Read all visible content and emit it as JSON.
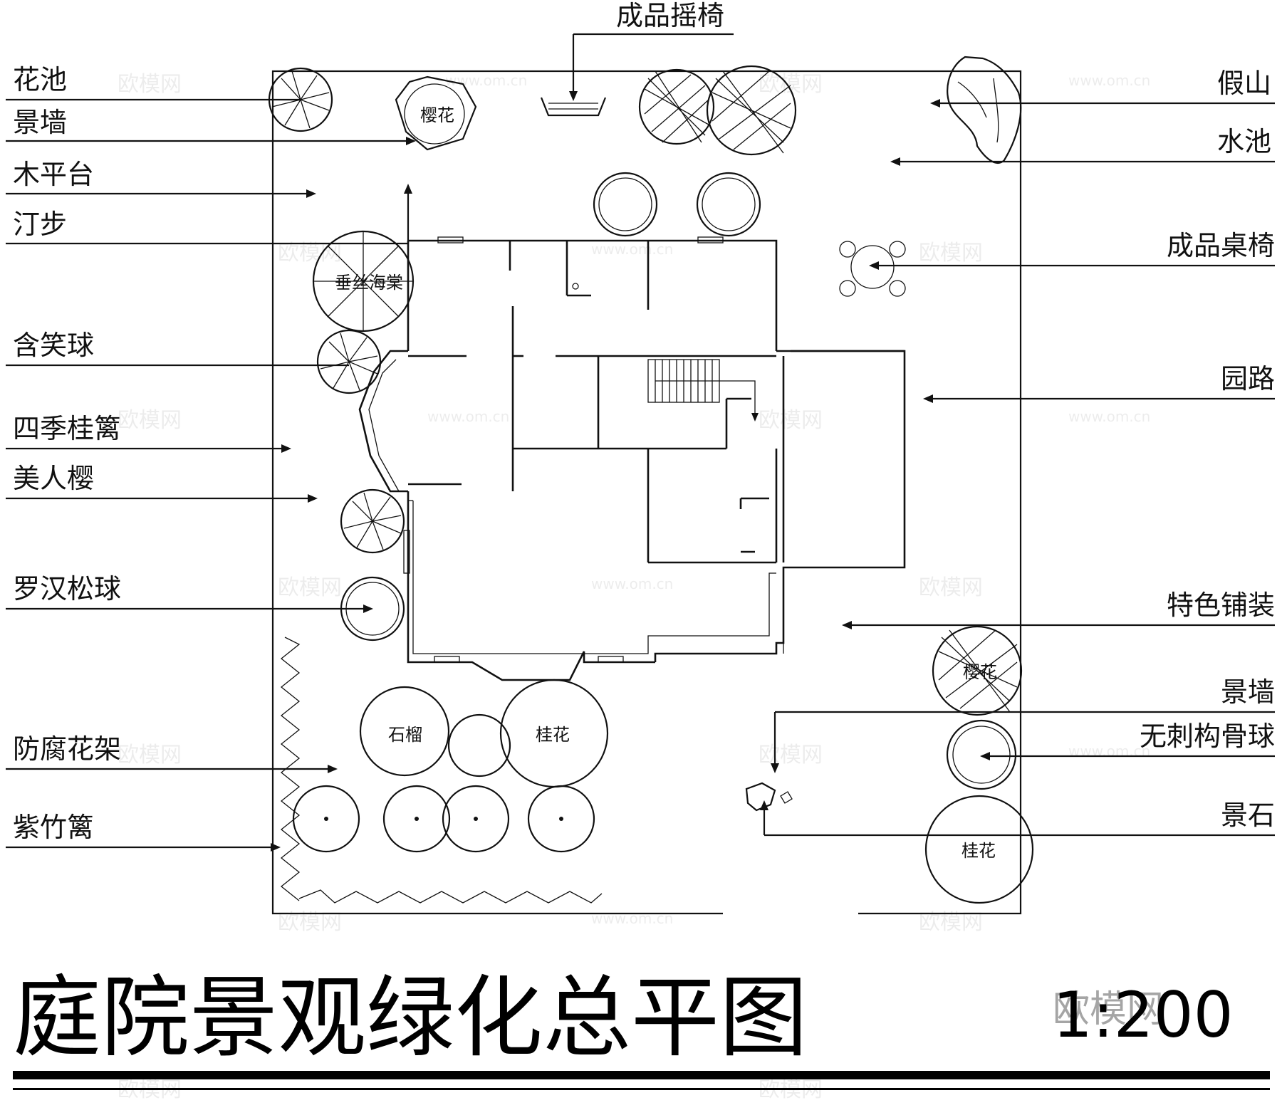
{
  "title": "庭院景观绿化总平图",
  "scale": "1:200",
  "watermark": "欧模网",
  "watermark_url": "www.om.cn",
  "labels": {
    "top": "成品摇椅",
    "left": [
      "花池",
      "景墙",
      "木平台",
      "汀步",
      "含笑球",
      "四季桂篱",
      "美人樱",
      "罗汉松球",
      "防腐花架",
      "紫竹篱"
    ],
    "right": [
      "假山",
      "水池",
      "成品桌椅",
      "园路",
      "特色铺装",
      "景墙",
      "无刺构骨球",
      "景石"
    ]
  },
  "tree_tags": [
    "樱花",
    "垂丝海棠",
    "石榴",
    "桂花",
    "桂花",
    "樱花"
  ]
}
